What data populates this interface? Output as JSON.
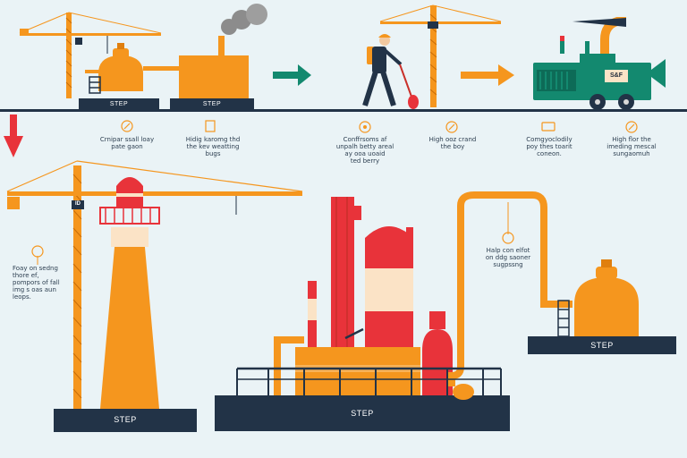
{
  "colors": {
    "orange": "#f5961e",
    "red": "#e8333a",
    "navy": "#223347",
    "teal": "#13896f",
    "cream": "#fbe3c6",
    "smoke": "#8c8c8c",
    "background": "#eaf3f6"
  },
  "steps": {
    "s1": "STEP",
    "s2": "STEP",
    "s3": "STEP",
    "s4": "STEP",
    "s5": "STEP"
  },
  "truck": {
    "badge": "S&F"
  },
  "crane_badge": "ID",
  "labels": {
    "l1": "Crnipar ssall loay\npate gaon",
    "l2": "Hidig karomg thd\nthe kev weatting\nbugs",
    "l3": "Conffrsoms af\nunpalh betty areal\nay ooa uoaid\nted berry",
    "l4": "High ooz crand\nthe boy",
    "l5": "Comgyoclodily\npoy thes toarit\nconeon.",
    "l6": "High flor the\nimeding mescal\nsungaomuh",
    "l7": "Foay on sedng\nthore ef,\npompors of fall\nimg s oas aun\nleops.",
    "l8": "Halp con elfot\non ddg saoner\nsugpssng"
  },
  "icons": {
    "i1": "leaf-icon",
    "i2": "clipboard-icon",
    "i3": "gear-icon",
    "i4": "leaf-icon",
    "i5": "monitor-icon",
    "i6": "wrench-icon",
    "i7": "shield-icon",
    "i8": "bell-icon"
  }
}
